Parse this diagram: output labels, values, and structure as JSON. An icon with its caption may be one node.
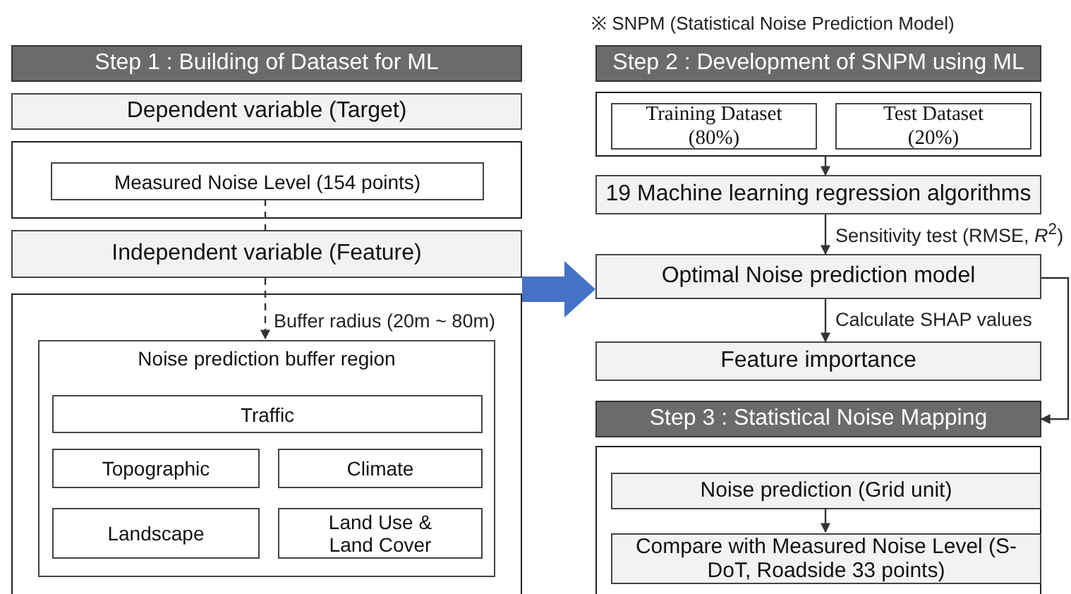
{
  "diagram": {
    "nodes": [
      {
        "text": [
          "Step 1 : Building of Dataset for ML"
        ]
      },
      {
        "text": [
          "Dependent variable (Target)"
        ]
      },
      {
        "text": [],
        "shape": "box"
      },
      {
        "text": [
          "Measured Noise Level (154 points)"
        ],
        "in": 2
      },
      {
        "text": [
          "Independent variable (Feature)"
        ]
      },
      {
        "text": [],
        "shape": "box"
      },
      {
        "text": [
          "Noise prediction buffer region"
        ],
        "in": 5
      },
      {
        "text": [
          "Traffic"
        ],
        "in": 6
      },
      {
        "text": [
          "Topographic"
        ],
        "in": 6
      },
      {
        "text": [
          "Climate"
        ],
        "in": 6
      },
      {
        "text": [
          "Landscape"
        ],
        "in": 6
      },
      {
        "text": [
          "Land Use & Land Cover"
        ],
        "in": 6
      },
      {
        "text": [
          "Step 2 : Development of SNPM  using ML"
        ],
        "beside": [
          "※ SNPM (Statistical Noise Prediction Model)"
        ]
      },
      {
        "text": [],
        "shape": "box"
      },
      {
        "text": [
          "Training Dataset (80%)"
        ],
        "in": 13
      },
      {
        "text": [
          "Test Dataset (20%)"
        ],
        "in": 13
      },
      {
        "text": [
          "19 Machine learning regression algorithms"
        ]
      },
      {
        "text": [
          "Optimal Noise prediction model"
        ]
      },
      {
        "text": [
          "Feature importance"
        ]
      },
      {
        "text": [
          "Step 3 : Statistical Noise Mapping"
        ]
      },
      {
        "text": [],
        "shape": "box"
      },
      {
        "text": [
          "Noise prediction (Grid unit)"
        ],
        "in": 20
      },
      {
        "text": [
          "Compare with Measured Noise Level (S-DoT, Roadside 33 points)"
        ],
        "in": 20
      }
    ],
    "edges": [
      {
        "from": 3,
        "to": 4,
        "arrow": "none",
        "style": "dashed"
      },
      {
        "from": 4,
        "to": 6,
        "arrow": "to",
        "style": "dashed",
        "label": "Buffer radius (20m ~ 80m)"
      },
      {
        "from": 5,
        "to": 17,
        "arrow": "to",
        "style": "thick",
        "color": "#4472c4"
      },
      {
        "from": 13,
        "to": 16,
        "arrow": "to"
      },
      {
        "from": 16,
        "to": 17,
        "arrow": "to",
        "label": "Sensitivity test (RMSE, *R*$^{2}$)"
      },
      {
        "from": 17,
        "to": 19,
        "arrow": "to"
      },
      {
        "from": 17,
        "to": 18,
        "arrow": "to",
        "label": "Calculate SHAP values"
      },
      {
        "from": 21,
        "to": 22,
        "arrow": "to"
      }
    ]
  }
}
